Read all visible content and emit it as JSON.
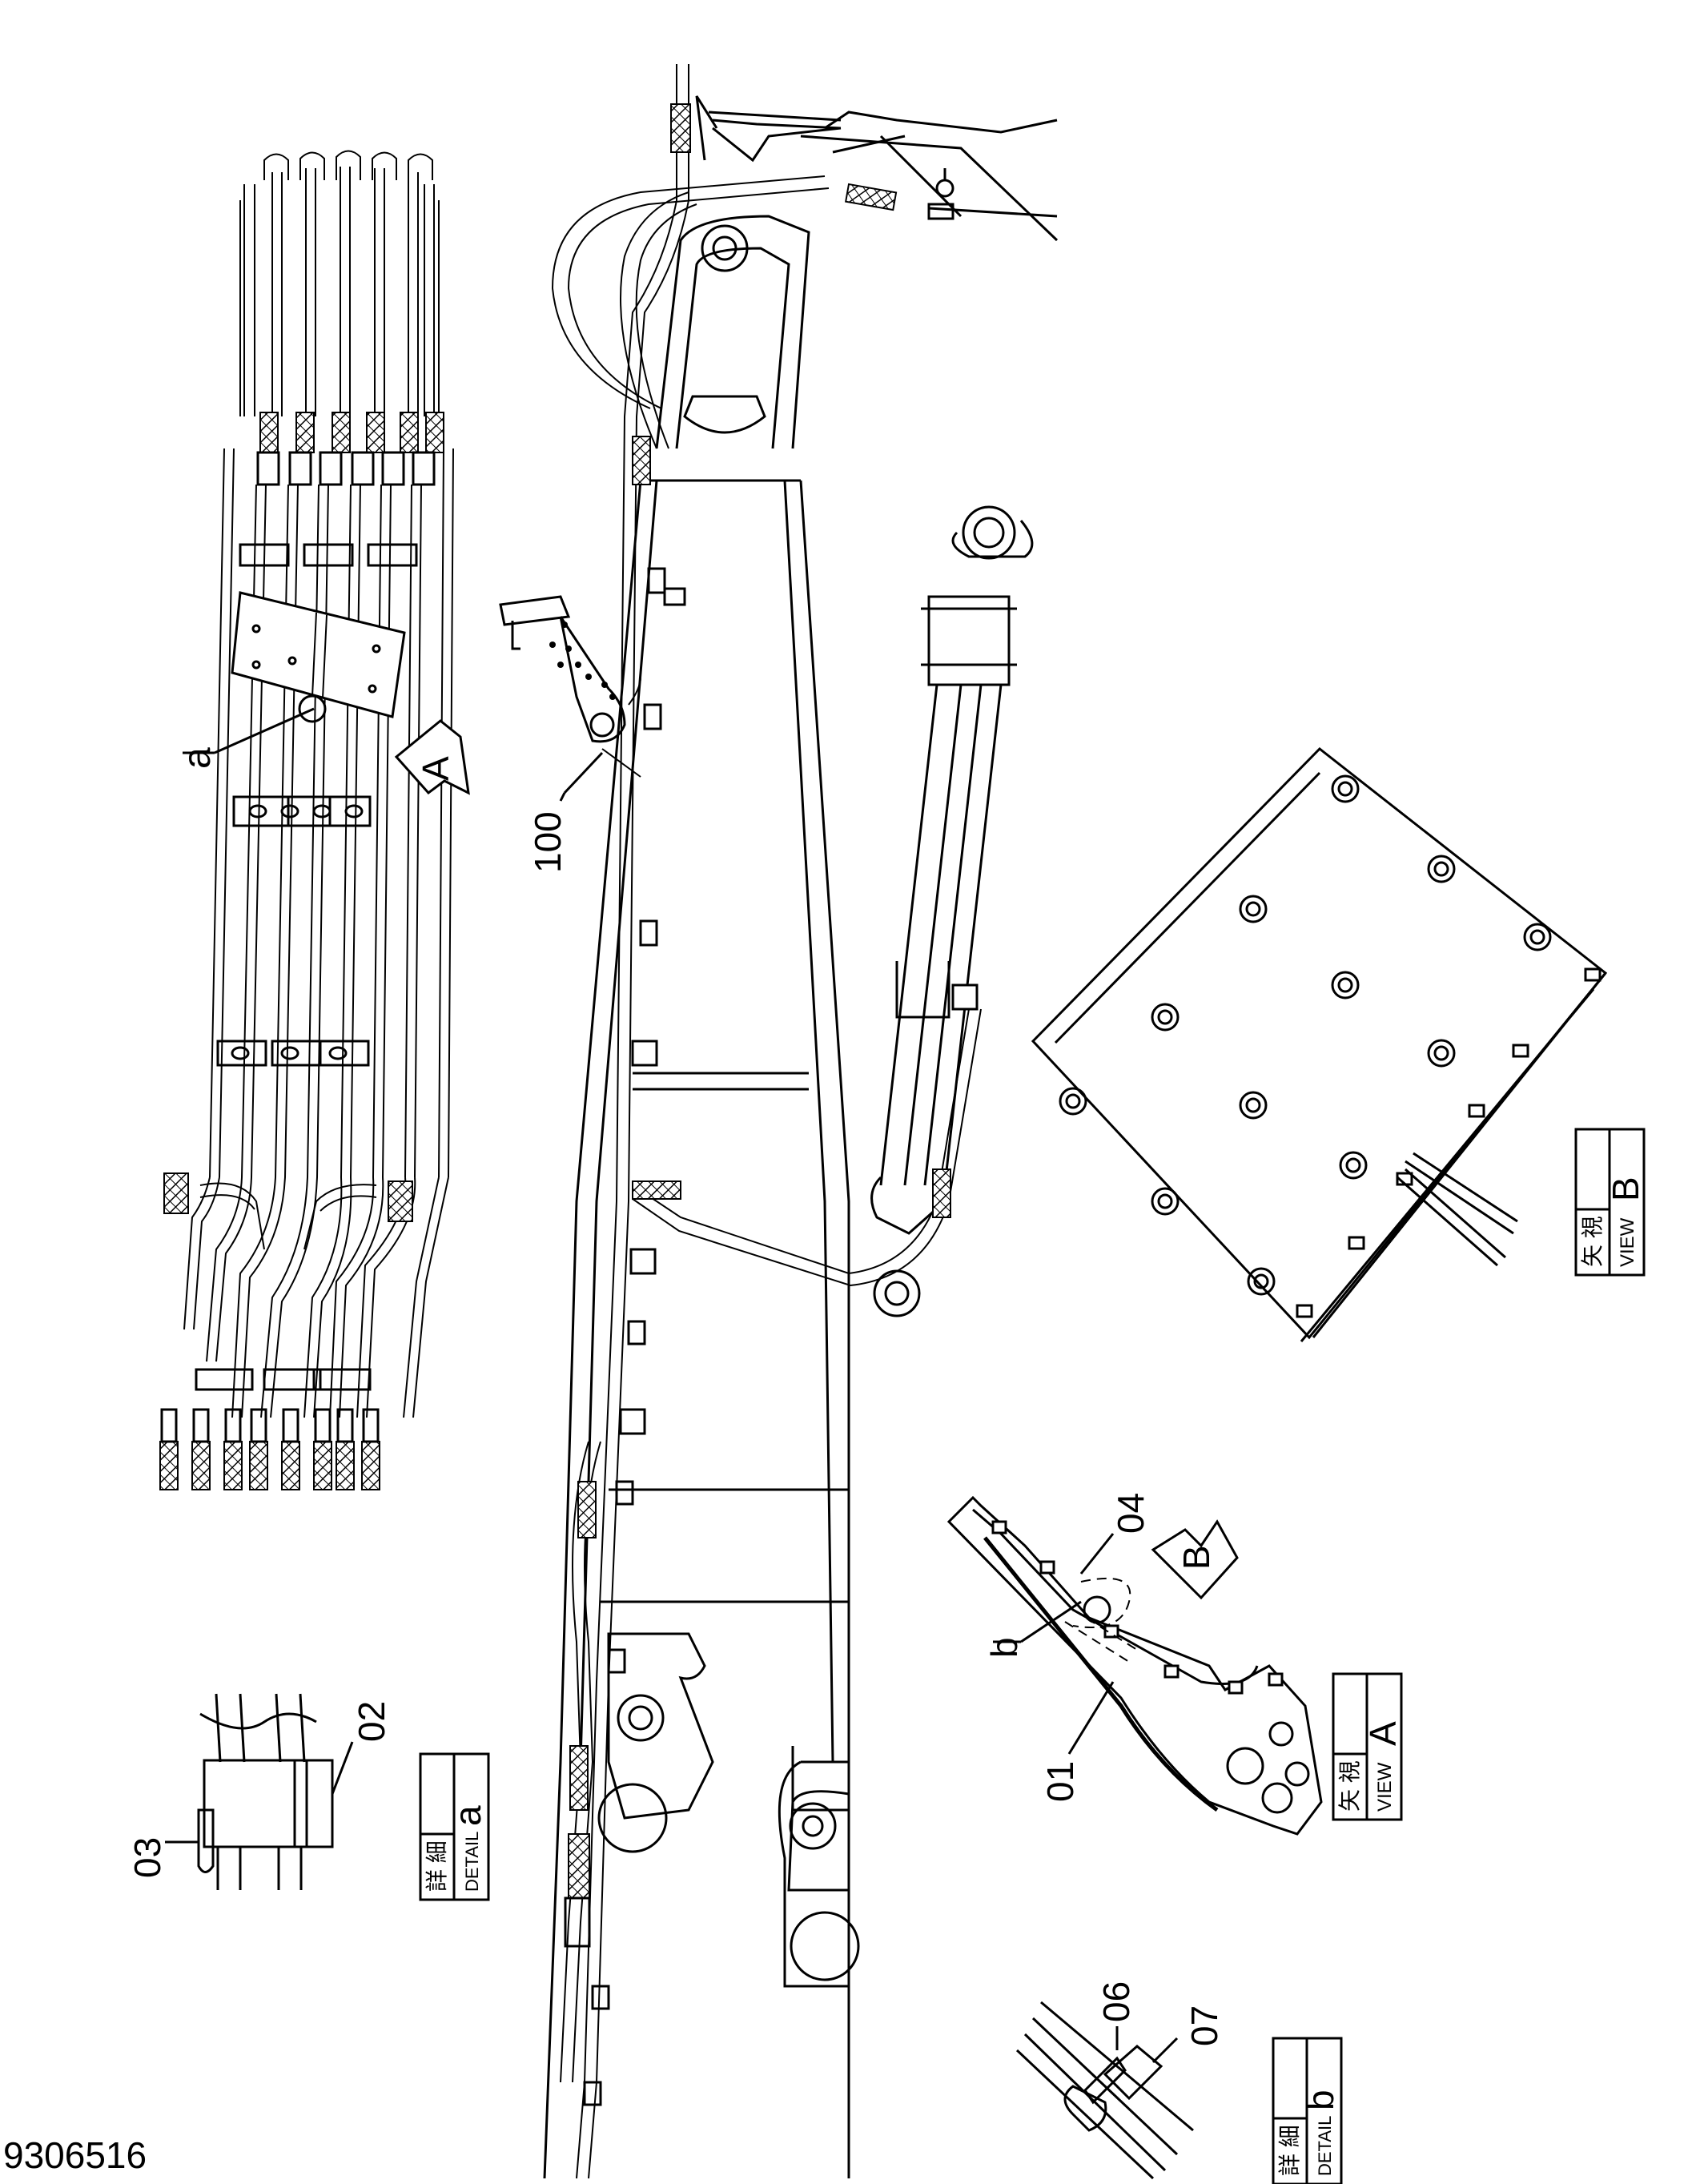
{
  "drawing": {
    "number": "9306516",
    "callouts": {
      "c100": "100",
      "c01": "01",
      "c02": "02",
      "c03": "03",
      "c04": "04",
      "c06": "06",
      "c07": "07",
      "a": "a",
      "b": "b"
    },
    "arrows": {
      "A": "A",
      "B": "B"
    },
    "boxes": {
      "view_a": {
        "jp": "矢 視",
        "en": "VIEW",
        "letter": "A"
      },
      "view_b": {
        "jp": "矢 視",
        "en": "VIEW",
        "letter": "B"
      },
      "detail_a": {
        "jp": "詳 細",
        "en": "DETAIL",
        "letter": "a"
      },
      "detail_b": {
        "jp": "詳 細",
        "en": "DETAIL",
        "letter": "b"
      }
    }
  }
}
